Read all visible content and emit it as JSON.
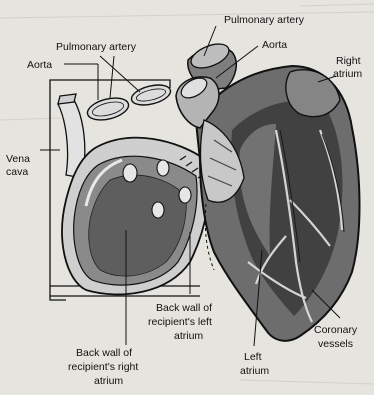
{
  "diagram": {
    "labels": {
      "pulmonary_artery_top": "Pulmonary artery",
      "pulmonary_artery_left": "Pulmonary artery",
      "aorta_left": "Aorta",
      "aorta_right": "Aorta",
      "right_atrium_line1": "Right",
      "right_atrium_line2": "atrium",
      "vena_cava_line1": "Vena",
      "vena_cava_line2": "cava",
      "back_wall_left_line1": "Back wall of",
      "back_wall_left_line2": "recipient's left",
      "back_wall_left_line3": "atrium",
      "back_wall_right_line1": "Back wall of",
      "back_wall_right_line2": "recipient's right",
      "back_wall_right_line3": "atrium",
      "left_atrium_line1": "Left",
      "left_atrium_line2": "atrium",
      "coronary_line1": "Coronary",
      "coronary_line2": "vessels"
    },
    "colors": {
      "paper": "#e6e4de",
      "ink": "#111111",
      "heart_fill": "#6d6d6d",
      "heart_dark": "#3a3a3a",
      "tissue_light": "#d7d7d7"
    }
  }
}
